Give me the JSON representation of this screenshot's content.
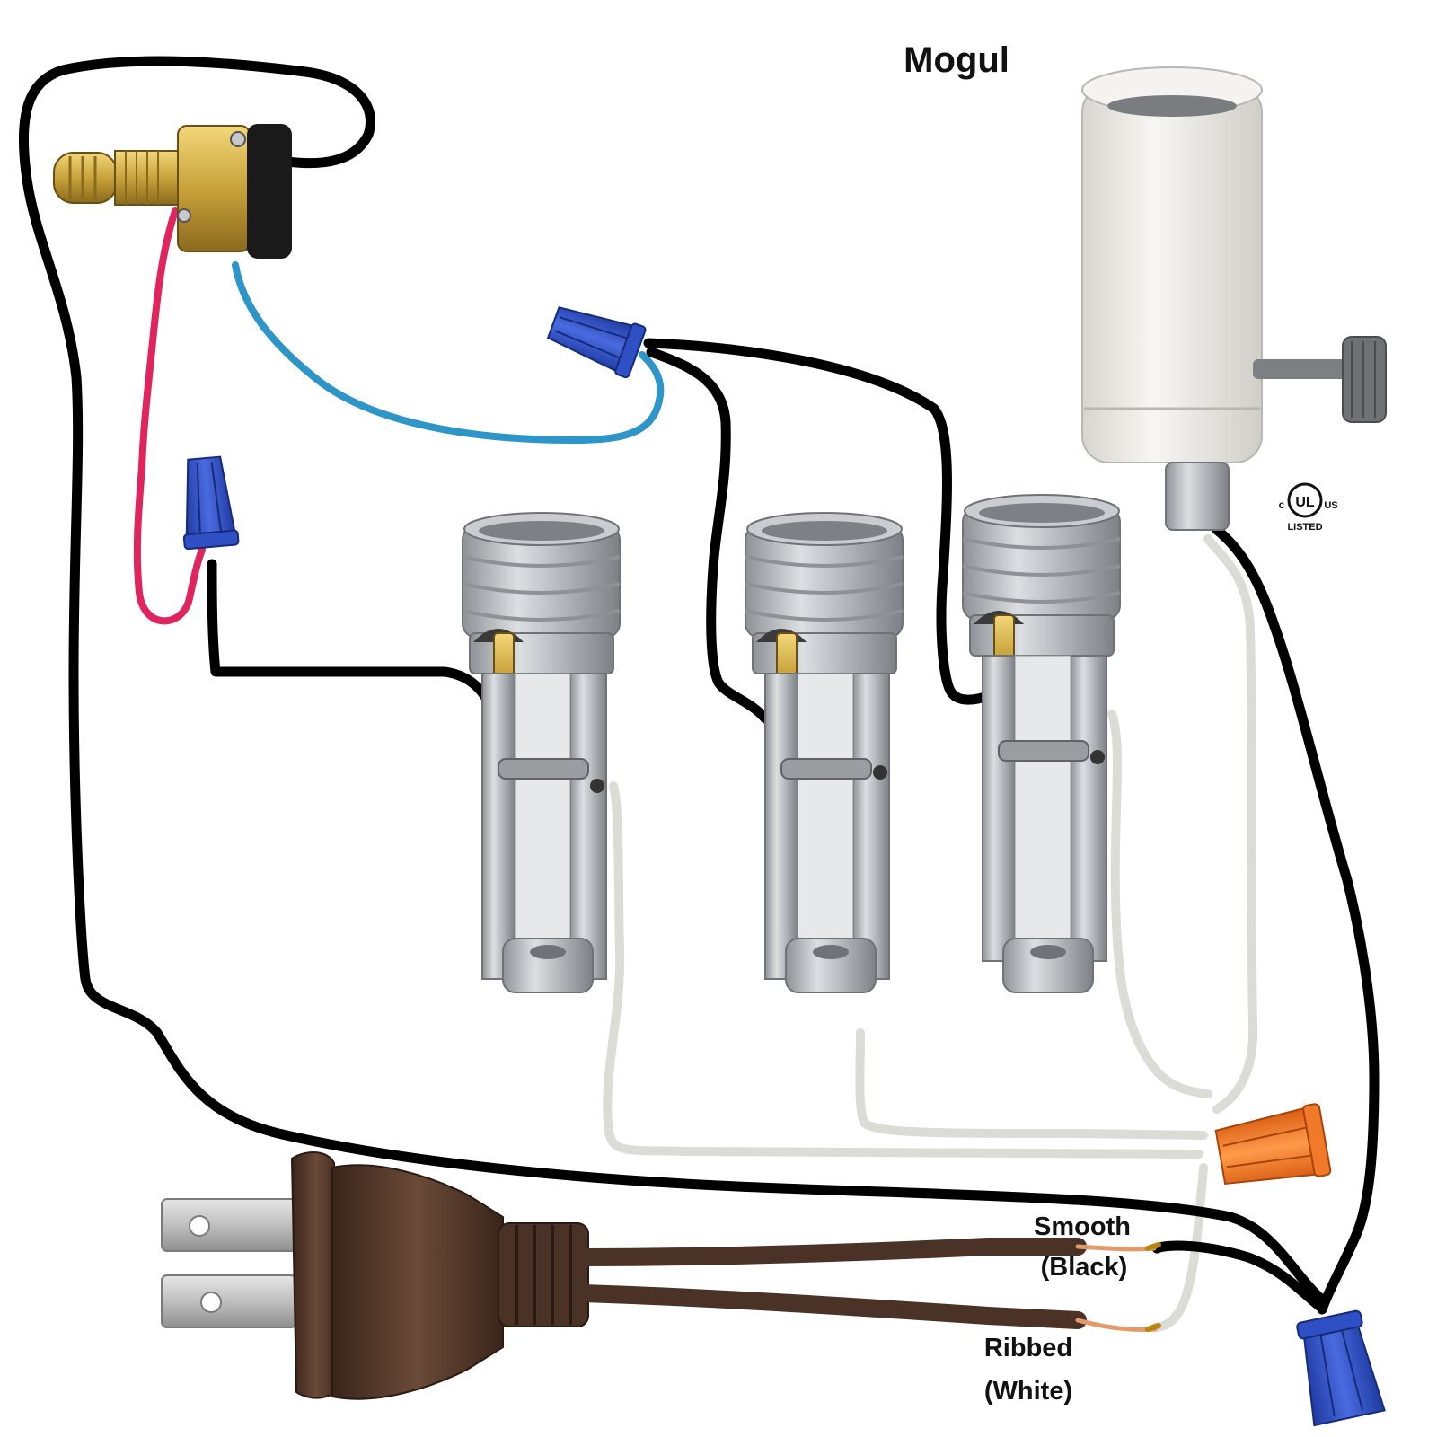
{
  "title": "Mogul",
  "ul_mark": {
    "c": "c",
    "ul": "UL",
    "us": "US",
    "listed": "LISTED"
  },
  "wire_labels": {
    "smooth": "Smooth",
    "smooth_color": "(Black)",
    "ribbed": "Ribbed",
    "ribbed_color": "(White)"
  },
  "colors": {
    "hot_wire": "#000000",
    "neutral_wire": "#dcdcd6",
    "switch_lead_red": "#e0245e",
    "switch_lead_blue": "#2d95c8",
    "wire_nut_blue": "#2f4fc4",
    "wire_nut_orange": "#f07a2a",
    "cord_brown": "#4a3226",
    "socket_metal": "#b8bcc0",
    "mogul_porcelain": "#ecebe6",
    "brass": "#c9a23a"
  }
}
